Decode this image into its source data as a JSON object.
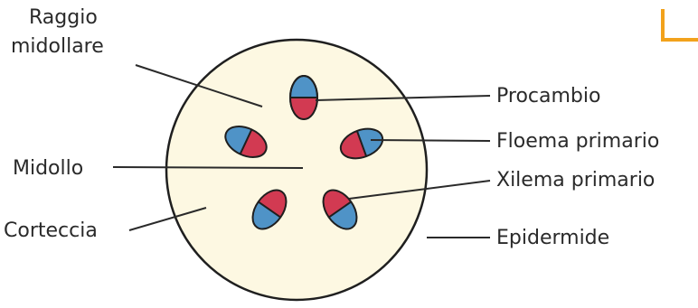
{
  "labels": {
    "raggio_line1": "Raggio",
    "raggio_line2": "midollare",
    "midollo": "Midollo",
    "corteccia": "Corteccia",
    "procambio": "Procambio",
    "floema": "Floema primario",
    "xilema": "Xilema primario",
    "epidermide": "Epidermide"
  },
  "colors": {
    "stem_fill": "#fdf8e2",
    "floem": "#4f93c7",
    "xilem": "#d23a52",
    "accent": "#f2a21c"
  }
}
